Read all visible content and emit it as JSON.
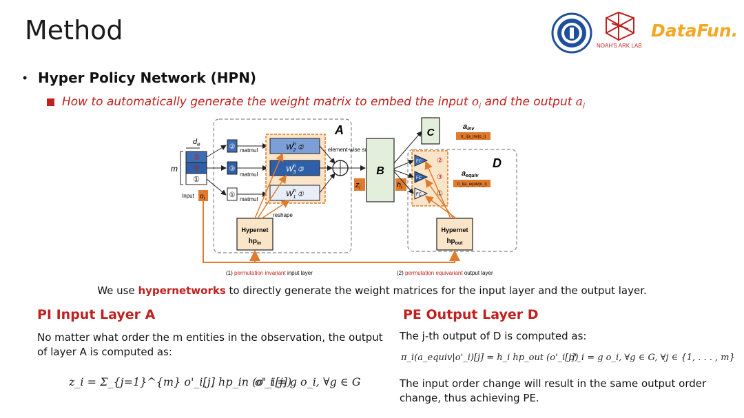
{
  "title": "Method",
  "bullet": "Hyper Policy Network (HPN)",
  "subpoint": {
    "text": "How to automatically generate the weight matrix to embed the input ",
    "var1": "o",
    "sub1": "i",
    "mid": " and the output ",
    "var2": "a",
    "sub2": "i"
  },
  "logos": {
    "logo2_caption": "NOAH'S ARK LAB",
    "logo3_text": "DataFun."
  },
  "diagram": {
    "de": "d",
    "de_sub": "e",
    "m": "m",
    "input_label": "Input",
    "input_var": "o",
    "input_sub": "i",
    "matmul": "matmul",
    "element_wise_sum": "element-wise sum",
    "reshape": "reshape",
    "label_A": "A",
    "label_B": "B",
    "label_C": "C",
    "label_D": "D",
    "z": "z",
    "h": "h",
    "sub_i": "i",
    "w_in": "W",
    "sup_in": "in",
    "circ1": "①",
    "circ2": "②",
    "circ3": "③",
    "w_sub1": "1",
    "w_sub2": "2",
    "w_sub3": "3",
    "fc": "FC",
    "a_inv": "a",
    "a_inv_sub": "inv",
    "a_equiv": "a",
    "a_equiv_sub": "equiv",
    "pi_inv": "π_i(a_inv|o_i)",
    "pi_equiv": "π_i(a_equiv|o_i)",
    "hypernet": "Hypernet",
    "hp": "hp",
    "hp_in": "in",
    "hp_out": "out",
    "layer1_prefix": "(1) ",
    "layer1_hl": "permutation invariant",
    "layer1_suffix": " input layer",
    "layer2_prefix": "(2) ",
    "layer2_hl": "permutation equivariant",
    "layer2_suffix": " output layer"
  },
  "caption": {
    "before": "We use ",
    "highlight": "hypernetworks",
    "after": " to directly generate the weight matrices for the input layer and the output layer."
  },
  "pi": {
    "heading": "PI Input Layer A",
    "body": "No matter what order the m entities in the observation, the output of layer A is computed as:",
    "formula_left": "z_i = Σ_{j=1}^{m} o'_i[j] hp_in (o'_i[j])",
    "formula_right": "o'_i = g o_i, ∀g ∈ G"
  },
  "pe": {
    "heading": "PE Output Layer D",
    "line1": "The j-th output of D is computed as:",
    "formula": "π_i(a_equiv|o'_i)[j] = h_i hp_out (o'_i[j])",
    "formula_right": "o'_i = g o_i, ∀g ∈ G, ∀j ∈ {1, . . . , m}",
    "line2": "The input order change will result in the same output order change, thus achieving PE."
  },
  "colors": {
    "accent_red": "#c0201e",
    "orange": "#e07a2c",
    "blue": "#2f5fa8",
    "green_box": "#e3efdb",
    "logo_blue": "#1f4f9c",
    "logo_orange": "#f5a623"
  }
}
